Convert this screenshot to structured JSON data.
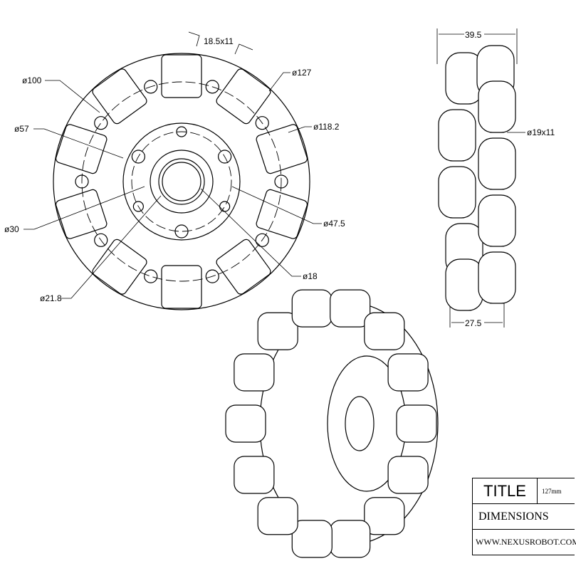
{
  "front_view": {
    "dims": {
      "roller_size": "18.5x11",
      "d100": "ø100",
      "d127": "ø127",
      "d57": "ø57",
      "d118": "ø118.2",
      "d30": "ø30",
      "d47": "ø47.5",
      "d18": "ø18",
      "d21": "ø21.8"
    }
  },
  "side_view": {
    "width_top": "39.5",
    "width_bottom": "27.5",
    "roller_dia": "ø19x11"
  },
  "title_block": {
    "title": "TITLE",
    "size": "127mm",
    "dimensions": "DIMENSIONS",
    "website": "WWW.NEXUSROBOT.COM"
  }
}
